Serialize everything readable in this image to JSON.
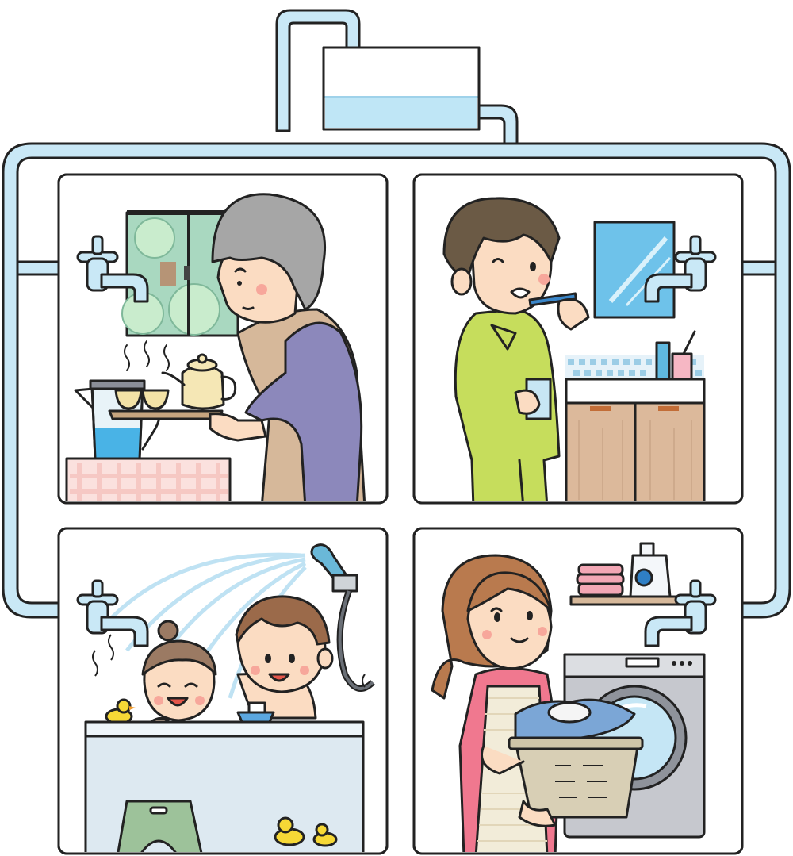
{
  "colors": {
    "pipe_fill": "#c9e8f6",
    "pipe_outline": "#222222",
    "panel_border": "#222222",
    "tank_water": "#bfe6f6",
    "water": "#49b3e6",
    "skin": "#fbdcc2",
    "cheek": "#f7a79b",
    "grandma_hair": "#a6a6a6",
    "grandma_cardigan": "#8c88bb",
    "man_hair": "#6b5a45",
    "man_pajama": "#c6dd5c",
    "cabinet": "#dcb99b",
    "child_hair": "#9b7a63",
    "tub": "#dde9f1",
    "stool": "#9dc29a",
    "duck": "#f6d836",
    "woman_hair": "#b97a4e",
    "woman_shirt": "#f0788f",
    "apron": "#f2ecd9",
    "washer": "#c6c8ce",
    "basket": "#d8cfb5"
  },
  "icons": [
    "faucet-icon",
    "water-tank-icon"
  ],
  "scenes": [
    {
      "name": "kitchen",
      "subject": "grandmother-serving-tea"
    },
    {
      "name": "washroom",
      "subject": "man-brushing-teeth"
    },
    {
      "name": "bath",
      "subject": "children-in-bathtub"
    },
    {
      "name": "laundry",
      "subject": "woman-with-laundry-basket"
    }
  ]
}
